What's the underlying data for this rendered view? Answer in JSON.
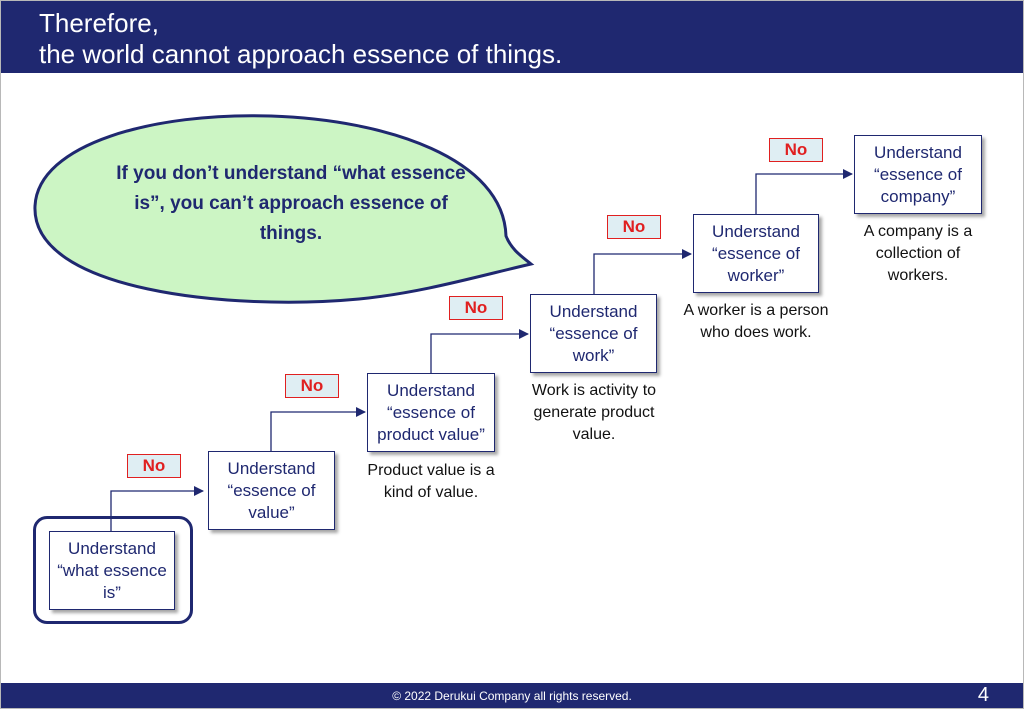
{
  "header": {
    "title_line1": "Therefore,",
    "title_line2": "the world cannot approach essence of things."
  },
  "callout": {
    "text": "If you don’t understand “what essence is”, you can’t approach essence of things."
  },
  "steps": [
    {
      "label": "Understand “what essence is”",
      "note": ""
    },
    {
      "label": "Understand “essence of value”",
      "note": ""
    },
    {
      "label": "Understand “essence of product value”",
      "note": "Product value is a kind of value."
    },
    {
      "label": "Understand “essence of work”",
      "note": "Work is activity to generate product value."
    },
    {
      "label": "Understand “essence of worker”",
      "note": "A worker is a person who does work."
    },
    {
      "label": "Understand “essence of company”",
      "note": "A company is a collection of workers."
    }
  ],
  "no_label": "No",
  "footer": {
    "copyright": "© 2022 Derukui Company all rights reserved.",
    "page_number": "4"
  },
  "colors": {
    "navy": "#1f2870",
    "callout_fill": "#ccf5c4",
    "no_text": "#e02020",
    "no_fill": "#dfeef3"
  }
}
